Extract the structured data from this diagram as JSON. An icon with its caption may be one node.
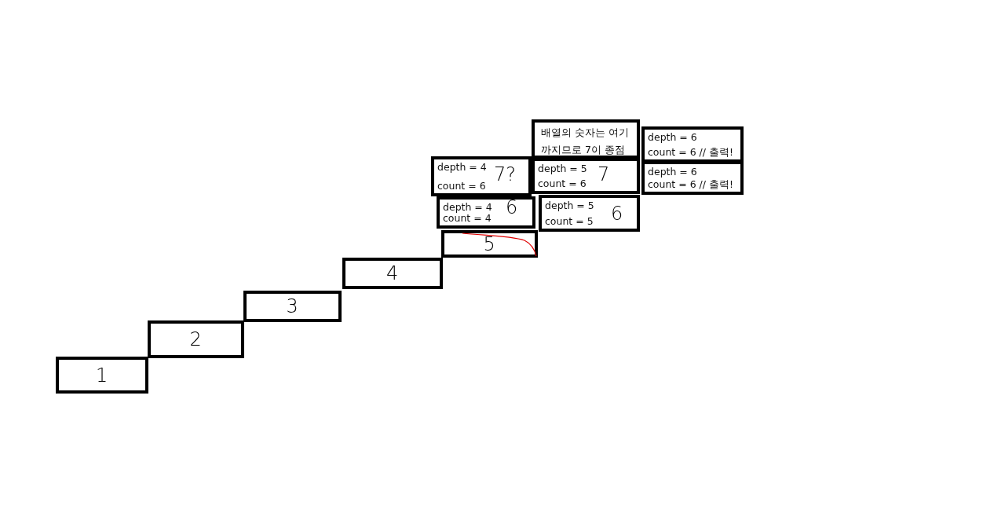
{
  "diagram": {
    "nodes": [
      {
        "text": [
          "1"
        ]
      },
      {
        "text": [
          "2"
        ]
      },
      {
        "text": [
          "3"
        ]
      },
      {
        "text": [
          "4"
        ]
      },
      {
        "text": [
          "5"
        ]
      },
      {
        "text": [
          "depth = 4",
          "6",
          "count = 4"
        ]
      },
      {
        "text": [
          "depth = 5",
          "6",
          "count = 5"
        ]
      },
      {
        "text": [
          "depth = 4",
          "7?",
          "count = 6"
        ]
      },
      {
        "text": [
          "depth = 5",
          "7",
          "count = 6"
        ]
      },
      {
        "text": [
          "배열의 숫자는 여기 까지므로 7이 종점"
        ]
      },
      {
        "text": [
          "depth = 6",
          "count = 6 // 출력!"
        ]
      },
      {
        "text": [
          "depth = 6",
          "count = 6 // 출력!"
        ]
      }
    ]
  }
}
